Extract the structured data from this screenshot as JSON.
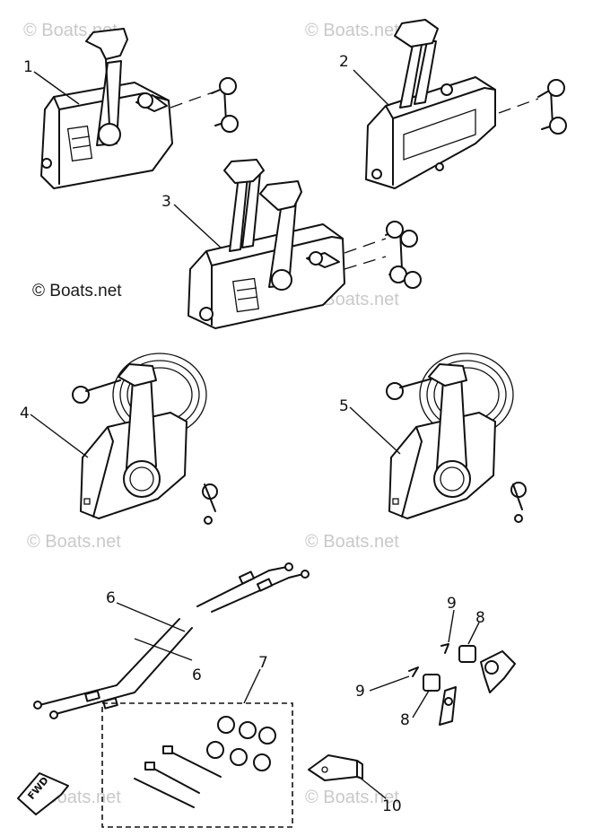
{
  "watermark": {
    "text": "© Boats.net"
  },
  "callouts": {
    "c1": "1",
    "c2": "2",
    "c3": "3",
    "c4": "4",
    "c5": "5",
    "c6a": "6",
    "c6b": "6",
    "c7": "7",
    "c8a": "8",
    "c8b": "8",
    "c9a": "9",
    "c9b": "9",
    "c10": "10"
  },
  "fwd_label": "FWD"
}
